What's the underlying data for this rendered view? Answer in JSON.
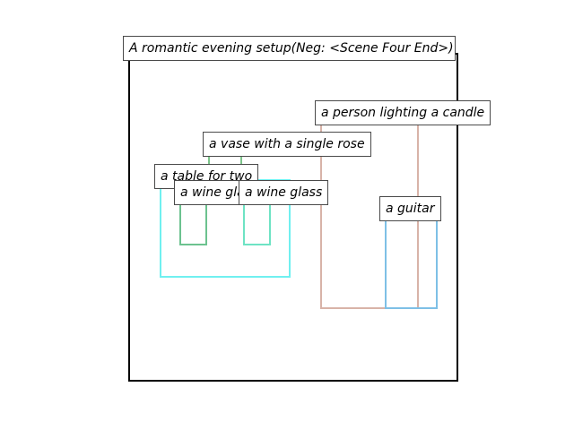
{
  "title": "A romantic evening setup(Neg: <Scene Four End>)",
  "objects": [
    {
      "label": "a person lighting a candle",
      "color": "#d8b3a8"
    },
    {
      "label": "a vase with a single rose",
      "color": "#7cc48a"
    },
    {
      "label": "a table for two",
      "color": "#70f0f0"
    },
    {
      "label": "a wine glass",
      "color": "#6cc28f"
    },
    {
      "label": "a wine glass",
      "color": "#6ee3c4"
    },
    {
      "label": "a guitar",
      "color": "#7ec0e6"
    }
  ]
}
